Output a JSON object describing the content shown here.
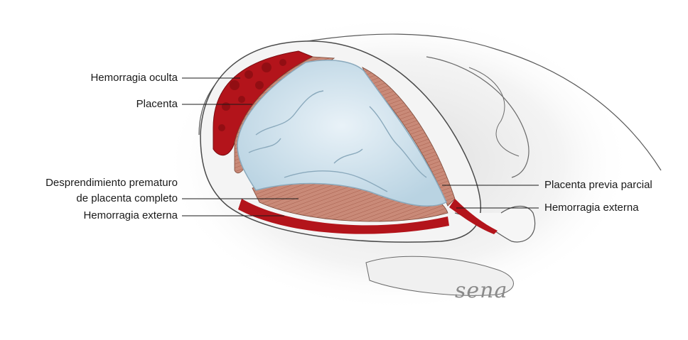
{
  "labels": {
    "hidden_hemorrhage": "Hemorragia oculta",
    "placenta": "Placenta",
    "complete_abruption_line1": "Desprendimiento prematuro",
    "complete_abruption_line2": "de placenta completo",
    "external_hemorrhage_left": "Hemorragia externa",
    "partial_previa": "Placenta previa parcial",
    "external_hemorrhage_right": "Hemorragia externa"
  },
  "signature": "sena",
  "colors": {
    "blood": "#b3141b",
    "placenta": "#c98a78",
    "amniotic_sac": "#cfe1ec",
    "outline": "#4a4a4a"
  }
}
